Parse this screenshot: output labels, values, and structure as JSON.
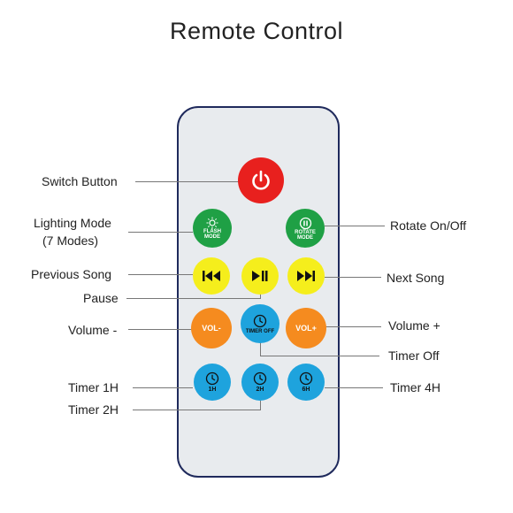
{
  "title": "Remote Control",
  "labels": {
    "switch": "Switch Button",
    "lighting_1": "Lighting Mode",
    "lighting_2": "(7 Modes)",
    "rotate": "Rotate On/Off",
    "previous": "Previous Song",
    "pause": "Pause",
    "next": "Next Song",
    "vol_minus": "Volume -",
    "vol_plus": "Volume +",
    "timer_off": "Timer Off",
    "timer1": "Timer 1H",
    "timer2": "Timer 2H",
    "timer4": "Timer 4H"
  },
  "buttons": {
    "flash_1": "FLASH",
    "flash_2": "MODE",
    "rotate_1": "ROTATE",
    "rotate_2": "MODE",
    "vol_minus": "VOL-",
    "vol_plus": "VOL+",
    "timer_off": "TIMER OFF",
    "t1": "1H",
    "t2": "2H",
    "t6": "6H"
  },
  "colors": {
    "power": "#e8201e",
    "green": "#1fa045",
    "yellow": "#f5ee1c",
    "orange": "#f58b1f",
    "blue": "#1ea3dd",
    "outline": "#1f2a5c"
  },
  "icons": [
    "power-icon",
    "sun-icon",
    "rotate-icon",
    "previous-icon",
    "play-pause-icon",
    "next-icon",
    "clock-icon"
  ]
}
